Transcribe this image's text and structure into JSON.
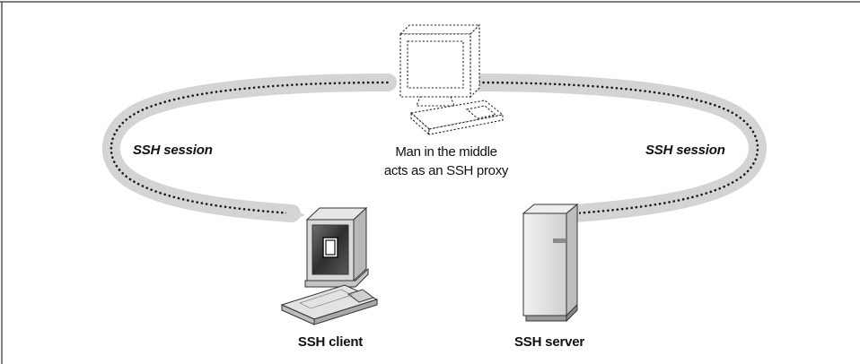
{
  "diagram": {
    "session_left_label": "SSH session",
    "session_right_label": "SSH session",
    "mitm_caption_line1": "Man in the middle",
    "mitm_caption_line2": "acts as an SSH proxy",
    "client_label": "SSH client",
    "server_label": "SSH server"
  },
  "icons": {
    "attacker": "computer-outline-dashed-icon",
    "client": "desktop-computer-icon",
    "server": "server-tower-icon"
  },
  "colors": {
    "session_band": "#d4d4d4",
    "session_dots": "#1a1a1a",
    "frame": "#555555"
  }
}
